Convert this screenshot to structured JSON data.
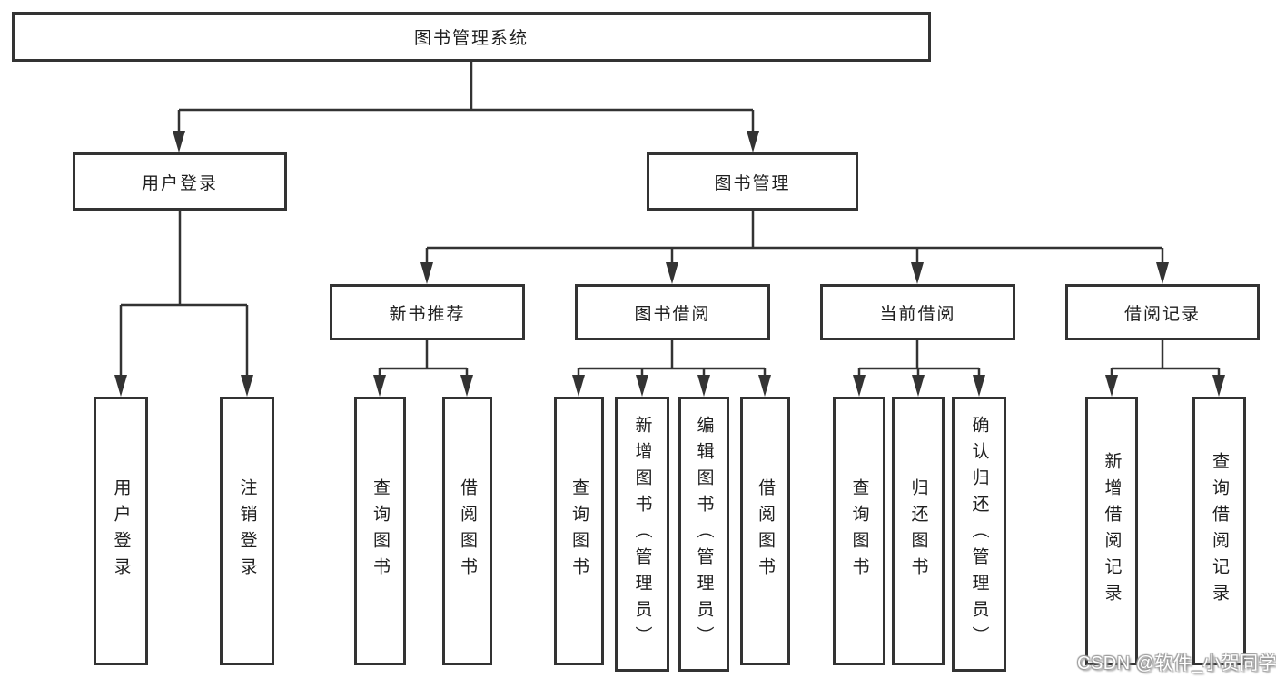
{
  "diagram": {
    "root": {
      "label": "图书管理系统"
    },
    "level2": [
      {
        "id": "user-login",
        "label": "用户登录"
      },
      {
        "id": "book-management",
        "label": "图书管理"
      }
    ],
    "level3": [
      {
        "id": "new-book-recommend",
        "label": "新书推荐"
      },
      {
        "id": "book-borrow",
        "label": "图书借阅"
      },
      {
        "id": "current-borrow",
        "label": "当前借阅"
      },
      {
        "id": "borrow-records",
        "label": "借阅记录"
      }
    ],
    "leaves": [
      {
        "id": "user-login-leaf",
        "label": "用户登录"
      },
      {
        "id": "logout-leaf",
        "label": "注销登录"
      },
      {
        "id": "recommend-query-books",
        "label": "查询图书"
      },
      {
        "id": "recommend-borrow-books",
        "label": "借阅图书"
      },
      {
        "id": "borrow-query-books",
        "label": "查询图书"
      },
      {
        "id": "borrow-add-books-admin",
        "label": "新增图书（管理员）"
      },
      {
        "id": "borrow-edit-books-admin",
        "label": "编辑图书（管理员）"
      },
      {
        "id": "borrow-borrow-books",
        "label": "借阅图书"
      },
      {
        "id": "current-query-books",
        "label": "查询图书"
      },
      {
        "id": "current-return-books",
        "label": "归还图书"
      },
      {
        "id": "current-confirm-return-admin",
        "label": "确认归还（管理员）"
      },
      {
        "id": "records-add-borrow-record",
        "label": "新增借阅记录"
      },
      {
        "id": "records-query-borrow-record",
        "label": "查询借阅记录"
      }
    ]
  },
  "watermark": {
    "text": "CSDN @软件_小贺同学"
  },
  "colors": {
    "line": "#333333",
    "box_border": "#333333",
    "background": "#ffffff",
    "text": "#1f1f1f",
    "watermark_text": "#ffffff",
    "watermark_shadow": "#9a9a9a"
  }
}
